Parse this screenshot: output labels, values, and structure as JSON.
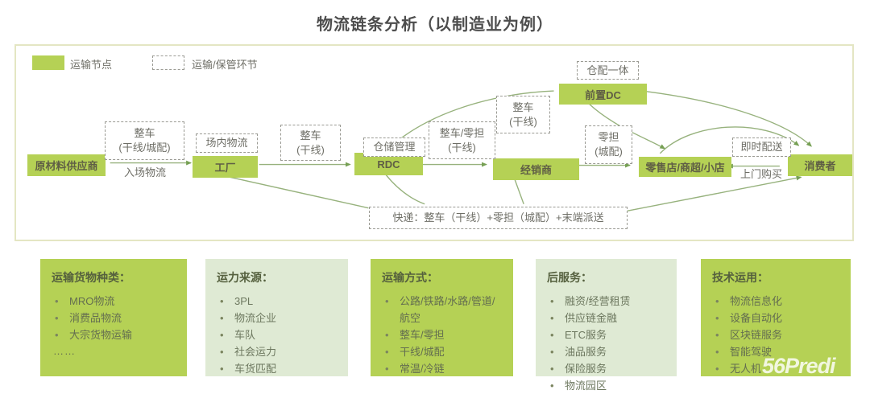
{
  "title": "物流链条分析（以制造业为例）",
  "legend": {
    "node_label": "运输节点",
    "process_label": "运输/保管环节"
  },
  "colors": {
    "accent_green": "#b5d155",
    "light_green": "#dfead4",
    "line_green": "#97b27d",
    "border_yellow": "#e4e6c3"
  },
  "flow": {
    "nodes": {
      "supplier": "原材料供应商",
      "factory": "工厂",
      "rdc": "RDC",
      "distributor": "经销商",
      "front_dc": "前置DC",
      "retail": "零售店/商超/小店",
      "consumer": "消费者"
    },
    "labels": {
      "truckload_trunk_city": {
        "l1": "整车",
        "l2": "(干线/城配)"
      },
      "inbound": "入场物流",
      "onsite": "场内物流",
      "truckload_trunk": {
        "l1": "整车",
        "l2": "(干线)"
      },
      "warehouse_mgmt": "仓储管理",
      "ftl_ltl_trunk": {
        "l1": "整车/零担",
        "l2": "(干线)"
      },
      "truckload_trunk2": {
        "l1": "整车",
        "l2": "(干线)"
      },
      "ltl_city": {
        "l1": "零担",
        "l2": "(城配)"
      },
      "warehouse_delivery_integrated": "仓配一体",
      "instant_delivery": "即时配送",
      "walkin_purchase": "上门购买",
      "express": "快递：整车（干线）+零担（城配）+末端派送"
    }
  },
  "boxes": [
    {
      "title": "运输货物种类：",
      "items": [
        "MRO物流",
        "消费品物流",
        "大宗货物运输"
      ],
      "footer": "……"
    },
    {
      "title": "运力来源：",
      "items": [
        "3PL",
        "物流企业",
        "车队",
        "社会运力",
        "车货匹配"
      ],
      "footer": ""
    },
    {
      "title": "运输方式：",
      "items": [
        "公路/铁路/水路/管道/航空",
        "整车/零担",
        "干线/城配",
        "常温/冷链"
      ],
      "footer": ""
    },
    {
      "title": "后服务：",
      "items": [
        "融资/经营租赁",
        "供应链金融",
        "ETC服务",
        "油品服务",
        "保险服务",
        "物流园区"
      ],
      "footer": ""
    },
    {
      "title": "技术运用：",
      "items": [
        "物流信息化",
        "设备自动化",
        "区块链服务",
        "智能驾驶",
        "无人机"
      ],
      "footer": ""
    }
  ],
  "watermark": "56Predi"
}
